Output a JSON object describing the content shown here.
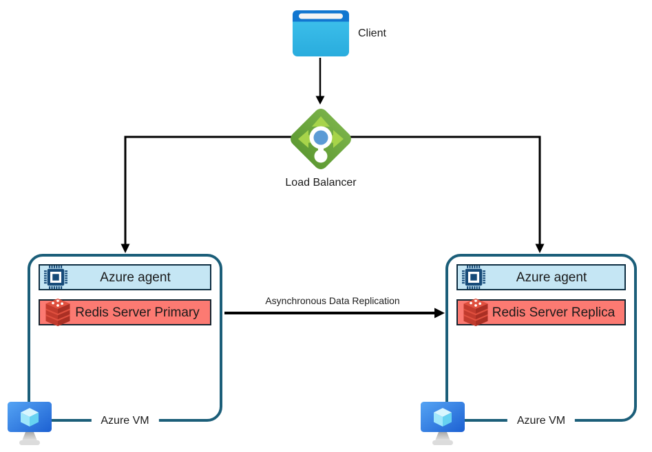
{
  "nodes": {
    "client": {
      "label": "Client",
      "icon": "browser-window-icon"
    },
    "load_balancer": {
      "label": "Load Balancer",
      "icon": "load-balancer-icon"
    }
  },
  "edges": {
    "replication_label": "Asynchronous Data Replication"
  },
  "vm_boxes": [
    {
      "vm_label": "Azure VM",
      "agent_label": "Azure agent",
      "redis_label": "Redis Server Primary",
      "icons": {
        "agent": "cpu-chip-icon",
        "redis": "redis-cube-icon",
        "vm": "azure-vm-monitor-icon"
      }
    },
    {
      "vm_label": "Azure VM",
      "agent_label": "Azure agent",
      "redis_label": "Redis Server Replica",
      "icons": {
        "agent": "cpu-chip-icon",
        "redis": "redis-cube-icon",
        "vm": "azure-vm-monitor-icon"
      }
    }
  ],
  "colors": {
    "box_border": "#1b5e79",
    "agent_fill": "#c5e6f4",
    "agent_border": "#0e2e42",
    "agent_icon": "#164a78",
    "redis_fill": "#fc7a72",
    "redis_border": "#132531",
    "redis_top": "#e0503f",
    "lb_green": "#6aa33e",
    "lb_arrow": "#a7d44a",
    "lb_dot": "#5b9bd5",
    "client_header": "#1176d0",
    "client_body": "#36bceb",
    "line": "#000000",
    "text": "#1a1a1a"
  }
}
